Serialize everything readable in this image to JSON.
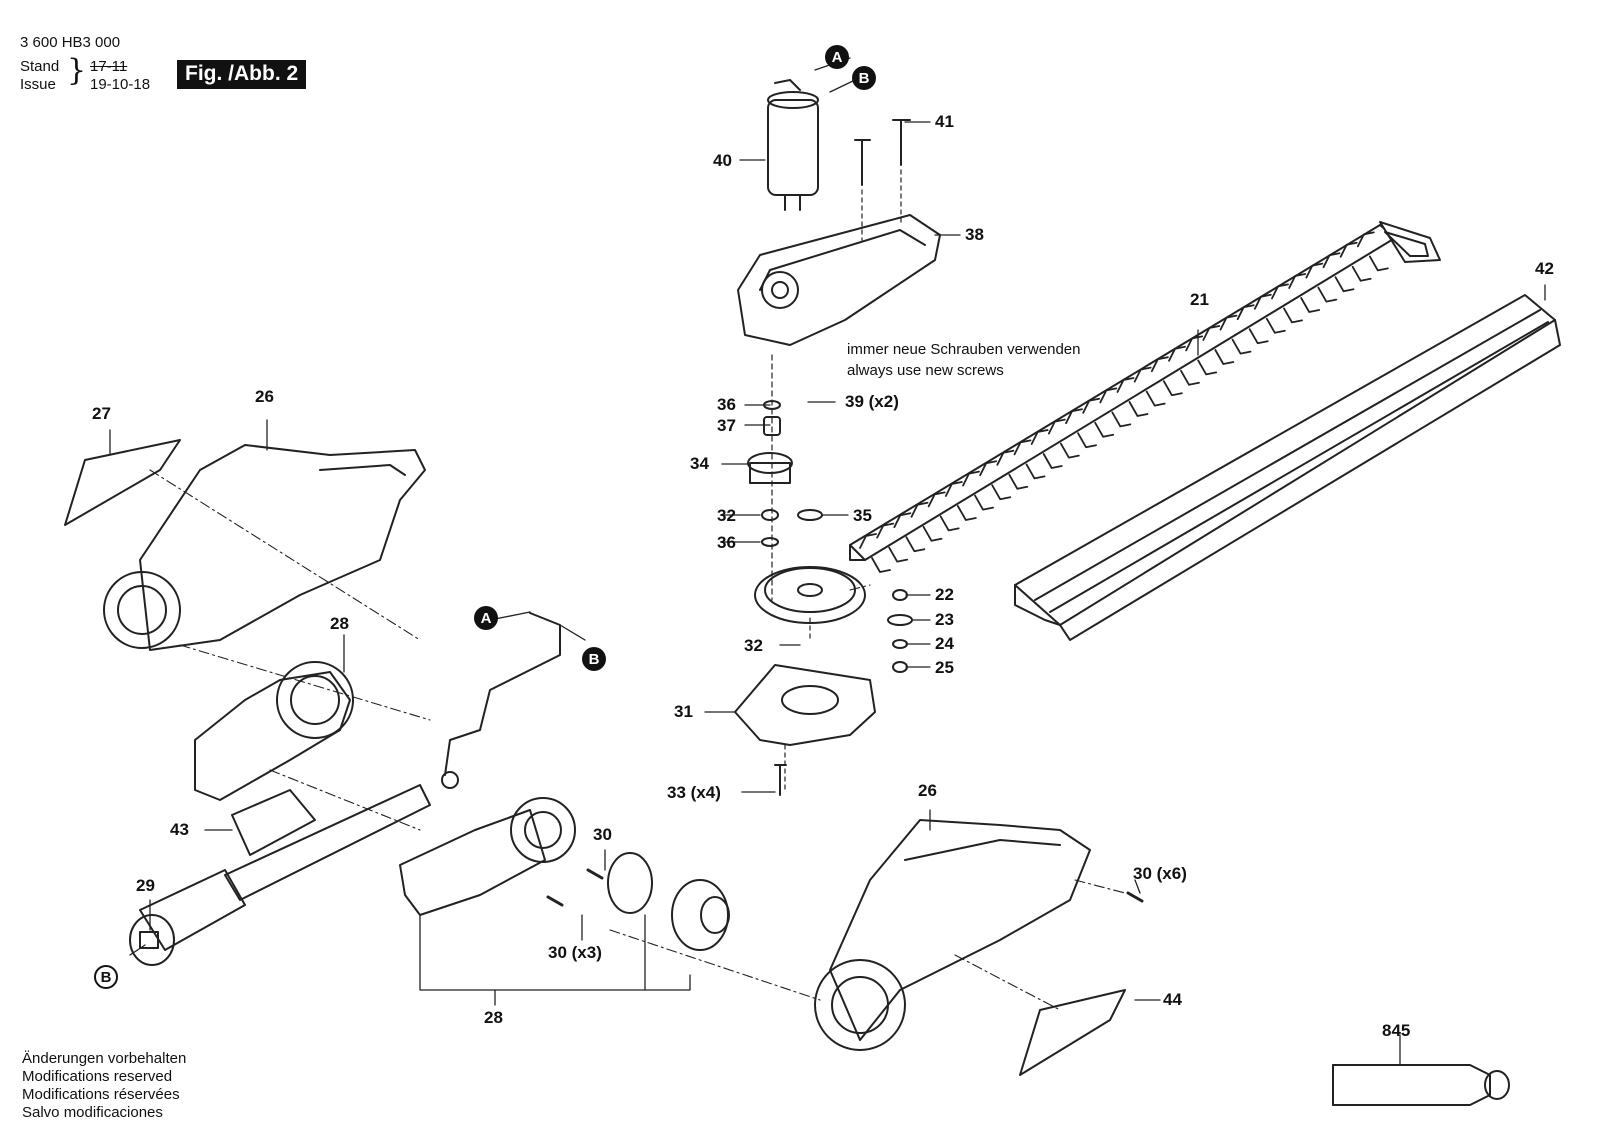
{
  "header": {
    "part_number": "3 600 HB3 000",
    "stand_label": "Stand",
    "issue_label": "Issue",
    "old_date": "17-11",
    "issue_date": "19-10-18",
    "figure_label": "Fig. /Abb. 2"
  },
  "note": {
    "line_de": "immer neue Schrauben verwenden",
    "line_en": "always use new screws"
  },
  "footer": {
    "lines": [
      "Änderungen vorbehalten",
      "Modifications reserved",
      "Modifications réservées",
      "Salvo modificaciones"
    ]
  },
  "callouts": [
    "A",
    "B"
  ],
  "parts": [
    "21",
    "22",
    "23",
    "24",
    "25",
    "26",
    "26",
    "27",
    "28",
    "28",
    "29",
    "30",
    "30 (x3)",
    "30 (x6)",
    "31",
    "32",
    "32",
    "33 (x4)",
    "34",
    "35",
    "36",
    "36",
    "37",
    "38",
    "39 (x2)",
    "40",
    "41",
    "42",
    "43",
    "44",
    "845"
  ]
}
